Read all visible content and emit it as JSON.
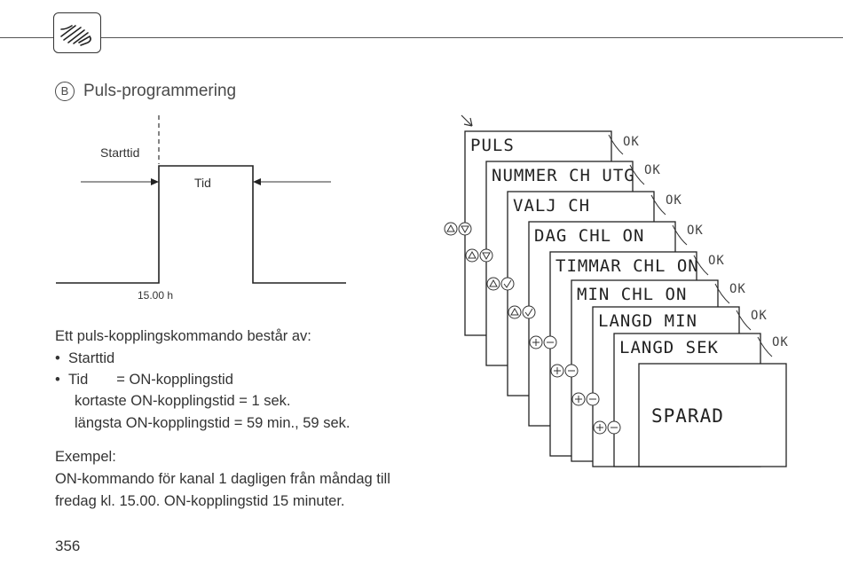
{
  "header": {
    "icon": "pointing-hand-icon"
  },
  "section": {
    "marker": "B",
    "title": "Puls-programmering"
  },
  "diagram": {
    "start_label": "Starttid",
    "time_label": "Tid",
    "time_value": "15.00 h"
  },
  "body": {
    "intro": "Ett puls-kopplingskommando består av:",
    "bullet1": "Starttid",
    "bullet2_term": "Tid",
    "bullet2_def": "= ON-kopplingstid",
    "line_min": "kortaste ON-kopplingstid = 1 sek.",
    "line_max": "längsta ON-kopplingstid = 59 min., 59 sek.",
    "example_heading": "Exempel:",
    "example_line1": "ON-kommando för kanal 1 dagligen från måndag till",
    "example_line2": "fredag kl. 15.00. ON-kopplingstid 15 minuter."
  },
  "screens": {
    "ok_label": "OK",
    "items": [
      "PULS",
      "NUMMER CH UTG",
      "VALJ CH",
      "DAG CHL ON",
      "TIMMAR CHL ON",
      "MIN CHL ON",
      "LANGD MIN",
      "LANGD SEK"
    ],
    "final": "SPARAD"
  },
  "footer": {
    "page_number": "356"
  }
}
